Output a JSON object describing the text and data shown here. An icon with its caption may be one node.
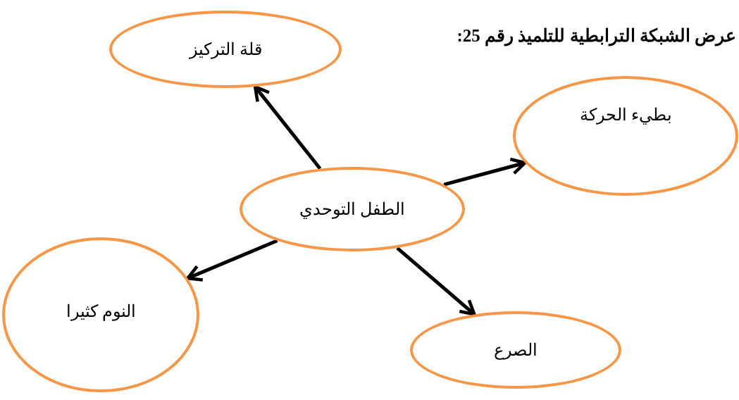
{
  "diagram": {
    "title": "عرض الشبكة الترابطية للتلميذ رقم 25:",
    "nodes": [
      {
        "text": [
          "الطفل التوحدي"
        ]
      },
      {
        "text": [
          "قلة التركيز"
        ]
      },
      {
        "text": [
          "بطيء الحركة"
        ]
      },
      {
        "text": [
          "النوم كثيرا"
        ]
      },
      {
        "text": [
          "الصرع"
        ]
      }
    ],
    "edges": [
      {
        "from": 0,
        "to": 1,
        "arrow": "to"
      },
      {
        "from": 0,
        "to": 2,
        "arrow": "to"
      },
      {
        "from": 0,
        "to": 3,
        "arrow": "to"
      },
      {
        "from": 0,
        "to": 4,
        "arrow": "to"
      }
    ]
  }
}
